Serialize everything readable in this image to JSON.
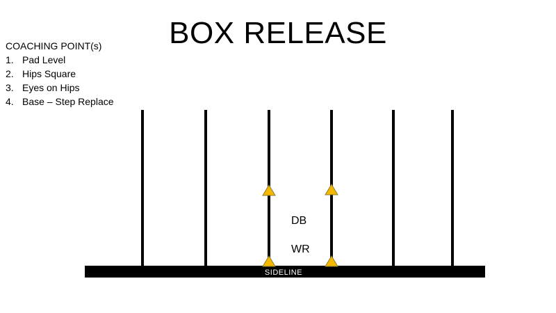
{
  "slide": {
    "title": "BOX RELEASE"
  },
  "coaching": {
    "heading": "COACHING POINT(s)",
    "points": [
      {
        "num": "1.",
        "text": "Pad Level"
      },
      {
        "num": "2.",
        "text": "Hips Square"
      },
      {
        "num": "3.",
        "text": "Eyes on Hips"
      },
      {
        "num": "4.",
        "text": "Base – Step Replace"
      }
    ]
  },
  "diagram": {
    "sideline_label": "SIDELINE",
    "players": {
      "db": "DB",
      "wr": "WR"
    },
    "colors": {
      "line": "#000000",
      "cone": "#F5B800",
      "cone_outline": "#8a7a3a"
    }
  }
}
